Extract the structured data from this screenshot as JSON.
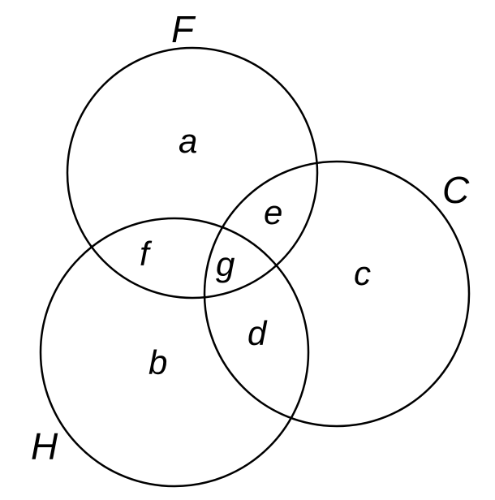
{
  "diagram": {
    "sets": [
      {
        "id": "F",
        "label": "F"
      },
      {
        "id": "C",
        "label": "C"
      },
      {
        "id": "H",
        "label": "H"
      }
    ],
    "regions": [
      {
        "id": "a",
        "label": "a",
        "sets": [
          "F"
        ]
      },
      {
        "id": "b",
        "label": "b",
        "sets": [
          "H"
        ]
      },
      {
        "id": "c",
        "label": "c",
        "sets": [
          "C"
        ]
      },
      {
        "id": "d",
        "label": "d",
        "sets": [
          "H",
          "C"
        ]
      },
      {
        "id": "e",
        "label": "e",
        "sets": [
          "F",
          "C"
        ]
      },
      {
        "id": "f",
        "label": "f",
        "sets": [
          "F",
          "H"
        ]
      },
      {
        "id": "g",
        "label": "g",
        "sets": [
          "F",
          "C",
          "H"
        ]
      }
    ]
  }
}
